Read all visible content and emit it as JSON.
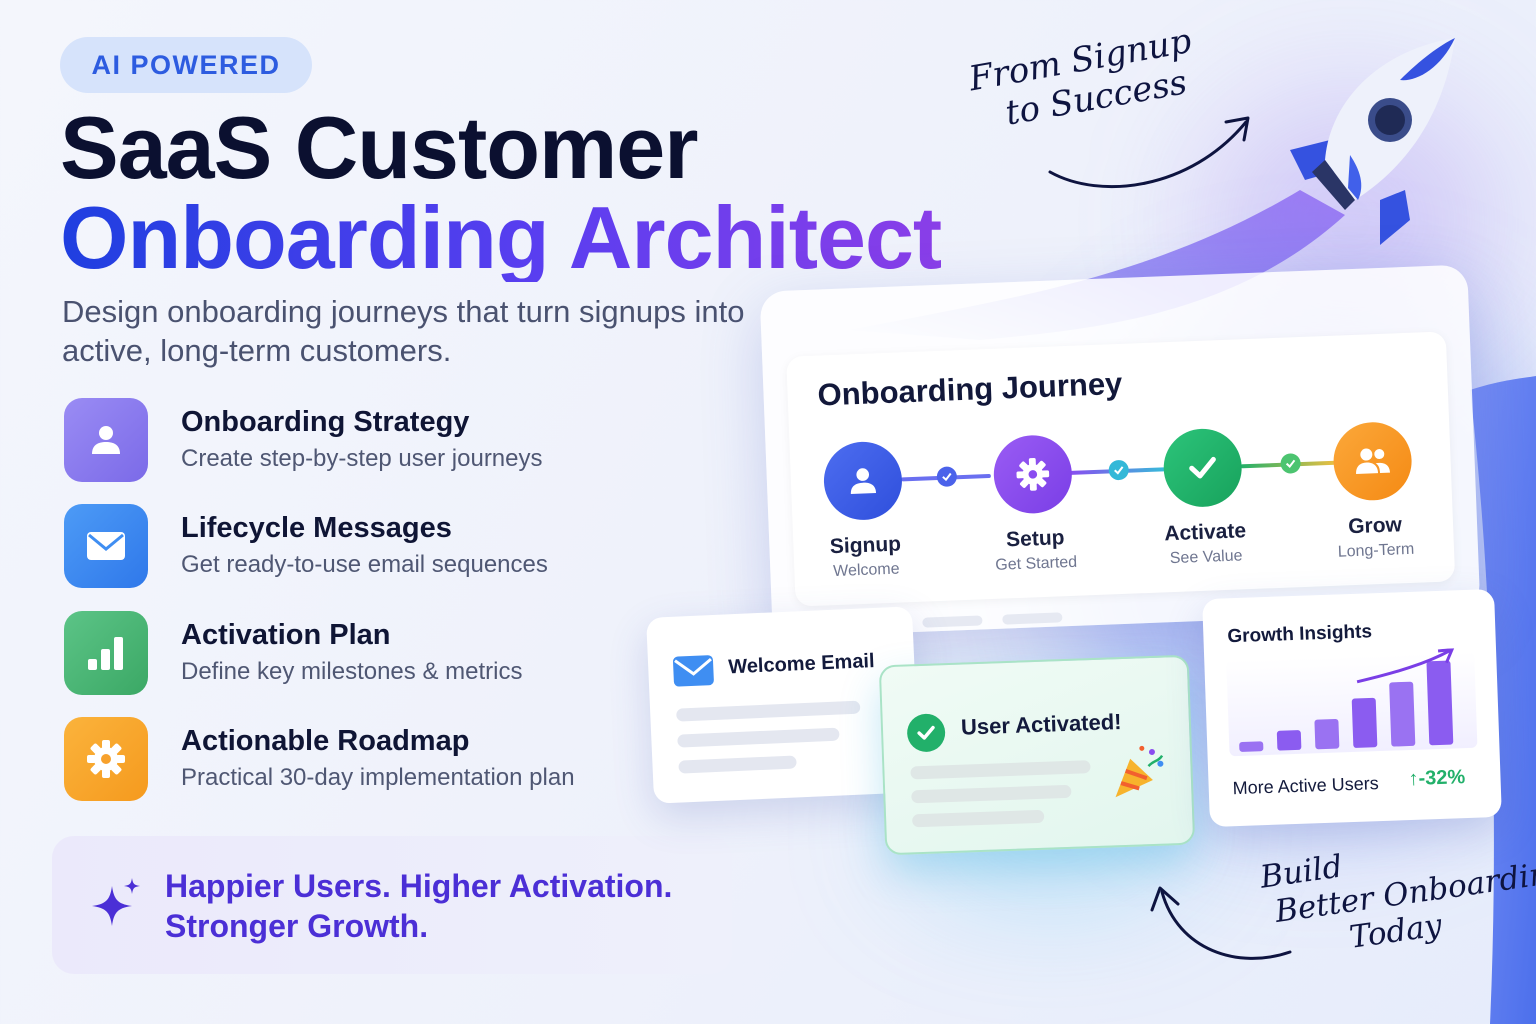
{
  "badge": "AI POWERED",
  "title": {
    "line1": "SaaS Customer",
    "line2": "Onboarding Architect"
  },
  "subtitle": "Design onboarding journeys that turn signups into active, long-term customers.",
  "features": [
    {
      "title": "Onboarding Strategy",
      "desc": "Create step-by-step user journeys",
      "icon": "user-icon",
      "color": "#8b7cf0"
    },
    {
      "title": "Lifecycle Messages",
      "desc": "Get ready-to-use email sequences",
      "icon": "mail-icon",
      "color": "#3f8ef2"
    },
    {
      "title": "Activation Plan",
      "desc": "Define key milestones & metrics",
      "icon": "bar-chart-icon",
      "color": "#4cb97a"
    },
    {
      "title": "Actionable Roadmap",
      "desc": "Practical 30-day implementation plan",
      "icon": "gear-icon",
      "color": "#f7a12c"
    }
  ],
  "tagline": {
    "line1": "Happier Users. Higher Activation.",
    "line2": "Stronger Growth."
  },
  "handwritten": {
    "top_line1": "From Signup",
    "top_line2": "to Success",
    "bottom_line1": "Build",
    "bottom_line2": "Better Onboarding",
    "bottom_line3": "Today"
  },
  "journey": {
    "title": "Onboarding Journey",
    "steps": [
      {
        "name": "Signup",
        "sub": "Welcome",
        "icon": "user-icon",
        "color": "#3b5fe6"
      },
      {
        "name": "Setup",
        "sub": "Get Started",
        "icon": "gear-icon",
        "color": "#8a4cf0"
      },
      {
        "name": "Activate",
        "sub": "See Value",
        "icon": "check-icon",
        "color": "#22b06a"
      },
      {
        "name": "Grow",
        "sub": "Long-Term",
        "icon": "users-icon",
        "color": "#f7931e"
      }
    ]
  },
  "cards": {
    "welcome_email": "Welcome Email",
    "user_activated": "User Activated!",
    "growth": {
      "title": "Growth Insights",
      "label": "More Active Users",
      "delta": "↑-32%"
    }
  },
  "growth_chart": {
    "type": "bar",
    "values": [
      1,
      2,
      3,
      5,
      6.5,
      8.5
    ]
  },
  "colors": {
    "accent": "#4b2fd6",
    "brand_blue": "#1f3fe0",
    "brand_purple": "#8a3ee8",
    "success": "#22b06a"
  }
}
